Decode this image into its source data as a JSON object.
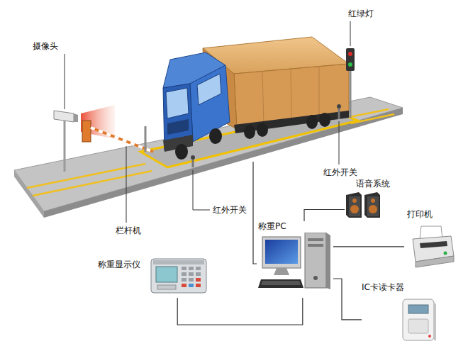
{
  "diagram": {
    "nodes": [
      {
        "text": [
          "称重显示仪"
        ]
      },
      {
        "text": [
          "称重PC"
        ]
      },
      {
        "text": [
          "语音系统"
        ]
      },
      {
        "text": [
          "打印机"
        ]
      },
      {
        "text": [
          "IC卡读卡器"
        ]
      }
    ],
    "edges": [
      {
        "from": 0,
        "to": 1,
        "arrow": "none"
      },
      {
        "from": 1,
        "to": 2,
        "arrow": "none"
      },
      {
        "from": 1,
        "to": 3,
        "arrow": "none"
      },
      {
        "from": 1,
        "to": 4,
        "arrow": "none"
      }
    ],
    "labels": [
      "摄像头",
      "红绿灯",
      "红外开关",
      "红外开关",
      "栏杆机"
    ]
  }
}
